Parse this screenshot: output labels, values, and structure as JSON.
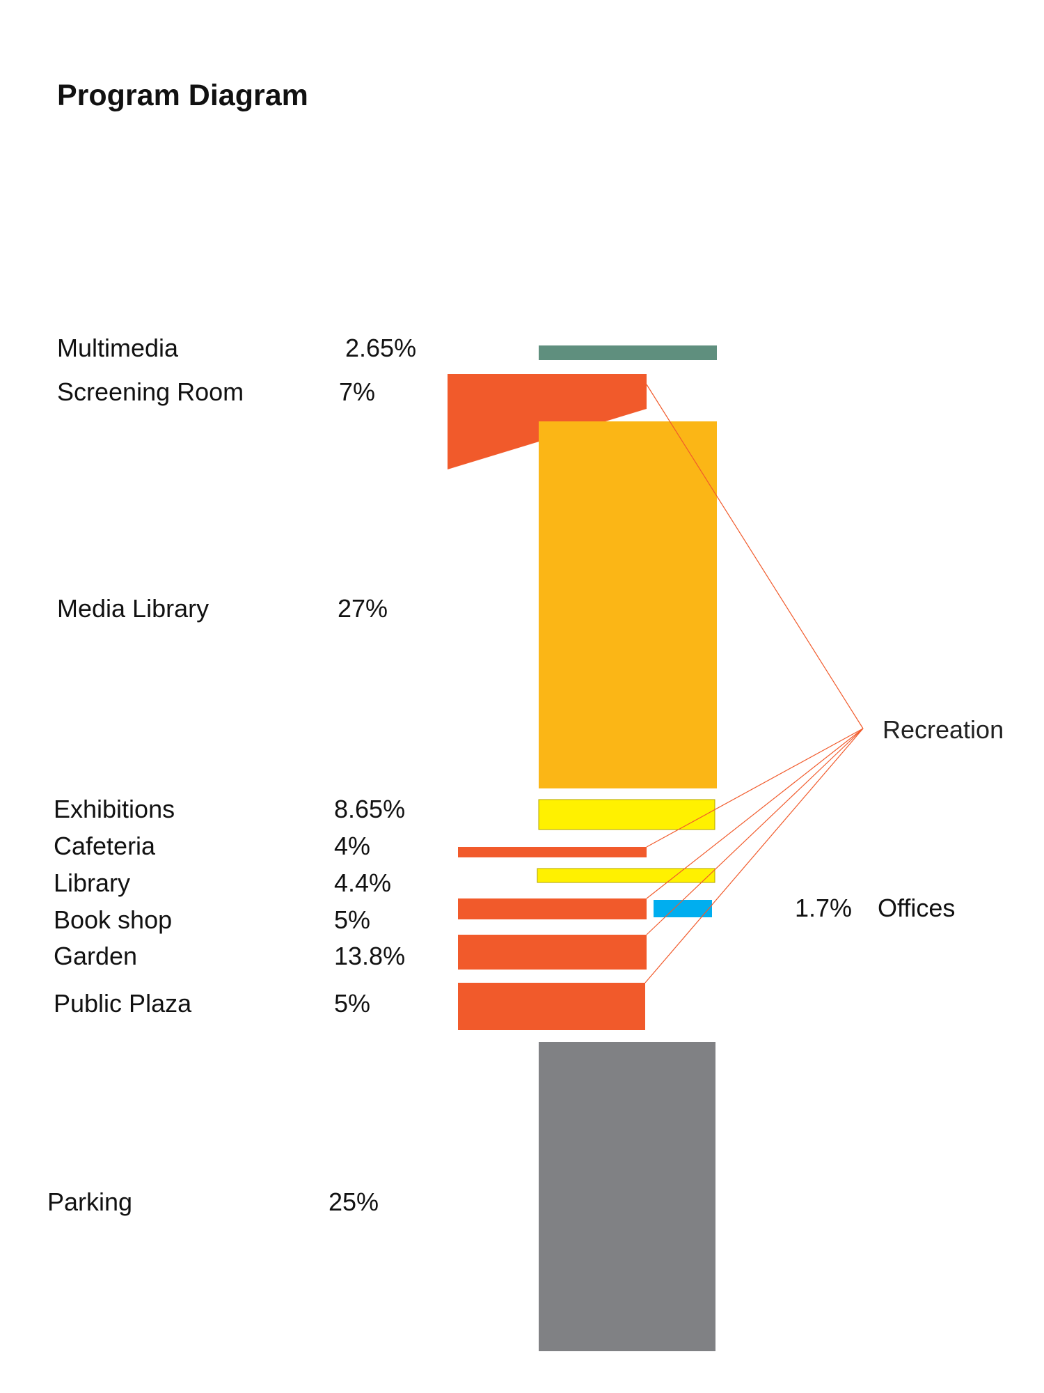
{
  "title": "Program Diagram",
  "colors": {
    "multimedia": "#5f8f7e",
    "media_library": "#fbb616",
    "recreation": "#f15a2b",
    "exhibitions": "#fff100",
    "offices": "#00aeef",
    "parking": "#808184",
    "connector_line": "#f15a2b"
  },
  "programs": [
    {
      "id": "multimedia",
      "name": "Multimedia",
      "percent": "2.65%",
      "category": ""
    },
    {
      "id": "screening-room",
      "name": "Screening Room",
      "percent": "7%",
      "category": "Recreation"
    },
    {
      "id": "media-library",
      "name": "Media Library",
      "percent": "27%",
      "category": ""
    },
    {
      "id": "exhibitions",
      "name": "Exhibitions",
      "percent": "8.65%",
      "category": ""
    },
    {
      "id": "cafeteria",
      "name": "Cafeteria",
      "percent": "4%",
      "category": "Recreation"
    },
    {
      "id": "library",
      "name": "Library",
      "percent": "4.4%",
      "category": ""
    },
    {
      "id": "book-shop",
      "name": "Book shop",
      "percent": "5%",
      "category": "Recreation"
    },
    {
      "id": "garden",
      "name": "Garden",
      "percent": "13.8%",
      "category": "Recreation"
    },
    {
      "id": "public-plaza",
      "name": "Public Plaza",
      "percent": "5%",
      "category": "Recreation"
    },
    {
      "id": "parking",
      "name": "Parking",
      "percent": "25%",
      "category": ""
    }
  ],
  "recreation_label": "Recreation",
  "offices": {
    "name": "Offices",
    "percent": "1.7%"
  }
}
